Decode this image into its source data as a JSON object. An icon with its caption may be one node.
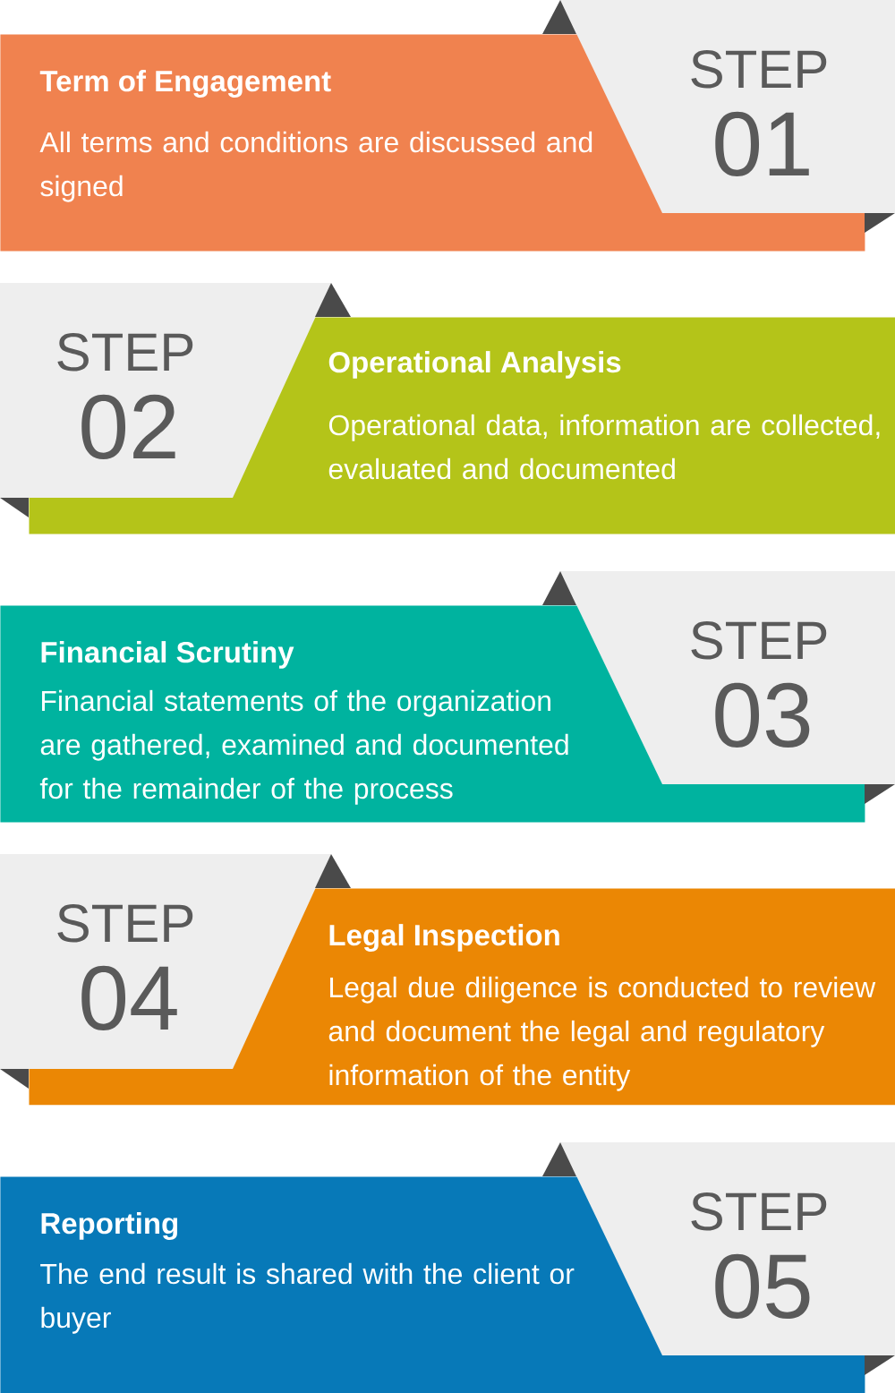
{
  "diagram": {
    "nodes": [
      {
        "text": [
          "Term of Engagement",
          "All terms and conditions are discussed and signed"
        ]
      },
      {
        "text": [
          "STEP",
          "01"
        ]
      },
      {
        "text": [
          "STEP",
          "02"
        ]
      },
      {
        "text": [
          "Operational Analysis",
          "Operational data, information are collected, evaluated and documented"
        ]
      },
      {
        "text": [
          "Financial Scrutiny",
          "Financial statements of the organization are gathered, examined and documented for the remainder of the process"
        ]
      },
      {
        "text": [
          "STEP",
          "03"
        ]
      },
      {
        "text": [
          "STEP",
          "04"
        ]
      },
      {
        "text": [
          "Legal Inspection",
          "Legal due diligence is conducted to review and document the legal and regulatory information of the entity"
        ]
      },
      {
        "text": [
          "Reporting",
          "The end result is shared with the client or buyer"
        ]
      },
      {
        "text": [
          "STEP",
          "05"
        ]
      }
    ]
  }
}
